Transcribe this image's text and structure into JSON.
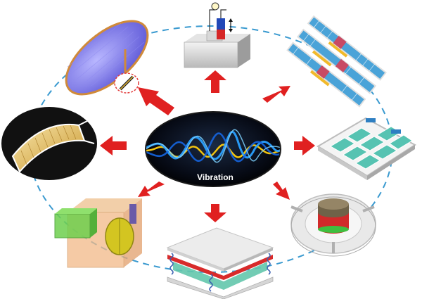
{
  "center": {
    "label": "Vibration"
  },
  "colors": {
    "arrow": "#e02020",
    "ring": "#3a9ad0",
    "hub_dark": "#0a0f1e",
    "wave_blue": "#1e90ff",
    "wave_yellow": "#f2c40f"
  },
  "devices": [
    {
      "name": "membrane-disc-device"
    },
    {
      "name": "cantilever-box-device"
    },
    {
      "name": "multi-beam-array-device"
    },
    {
      "name": "curved-film-device"
    },
    {
      "name": "grid-frame-device"
    },
    {
      "name": "pendulum-cube-device"
    },
    {
      "name": "stacked-sandwich-device"
    },
    {
      "name": "circular-disc-device"
    }
  ]
}
